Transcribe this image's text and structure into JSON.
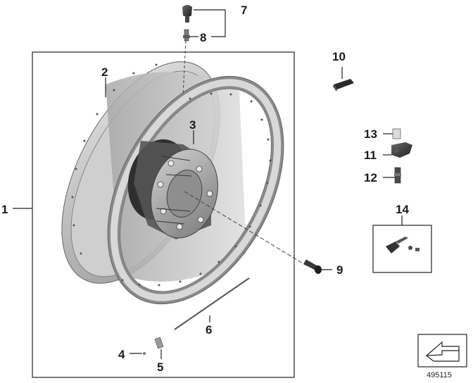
{
  "callouts": {
    "c1": "1",
    "c2": "2",
    "c3": "3",
    "c4": "4",
    "c5": "5",
    "c6": "6",
    "c7": "7",
    "c8": "8",
    "c9": "9",
    "c10": "10",
    "c11": "11",
    "c12": "12",
    "c13": "13",
    "c14": "14"
  },
  "reference_number": "495115",
  "colors": {
    "rim_light": "#d9d9d9",
    "rim_mid": "#b3b3b3",
    "rim_dark": "#8c8c8c",
    "part_dark": "#3a3a3a",
    "line": "#222222"
  },
  "icons": {
    "arrow_box": "navigation-arrow-icon"
  }
}
